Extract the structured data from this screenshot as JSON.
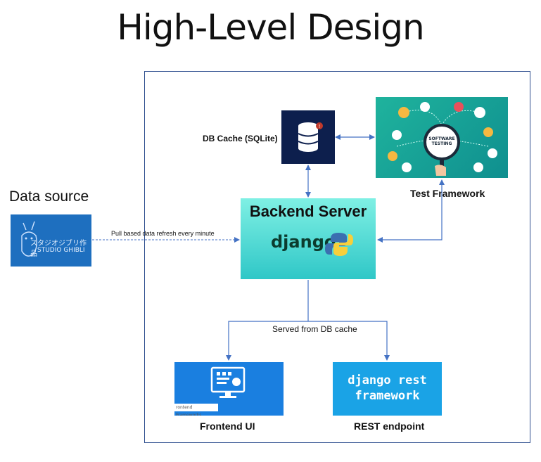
{
  "title": "High-Level Design",
  "data_source": {
    "label": "Data source",
    "logo_text_jp": "スタジオジブリ作品",
    "logo_text_en": "STUDIO GHIBLI"
  },
  "db_cache": {
    "label": "DB Cache (SQLite)",
    "icon": "database-icon"
  },
  "test_framework": {
    "label": "Test Framework",
    "badge_text": "SOFTWARE TESTING"
  },
  "backend": {
    "title": "Backend Server",
    "logo_text": "django"
  },
  "frontend": {
    "label": "Frontend UI",
    "image_caption": "rontend Frameworks"
  },
  "rest": {
    "label": "REST endpoint",
    "line1": "django rest",
    "line2": "framework"
  },
  "connections": {
    "pull_label": "Pull based data refresh every minute",
    "served_label": "Served from DB cache"
  },
  "colors": {
    "frame": "#2f4f8f",
    "arrow": "#4472c4",
    "backend_top": "#7ff0e4",
    "backend_bottom": "#2fc7c7",
    "db": "#0d1f4d",
    "test": "#1fb39d",
    "frontend": "#1a7fe0",
    "rest": "#1aa3e6",
    "ghibli": "#1e6fbf"
  }
}
